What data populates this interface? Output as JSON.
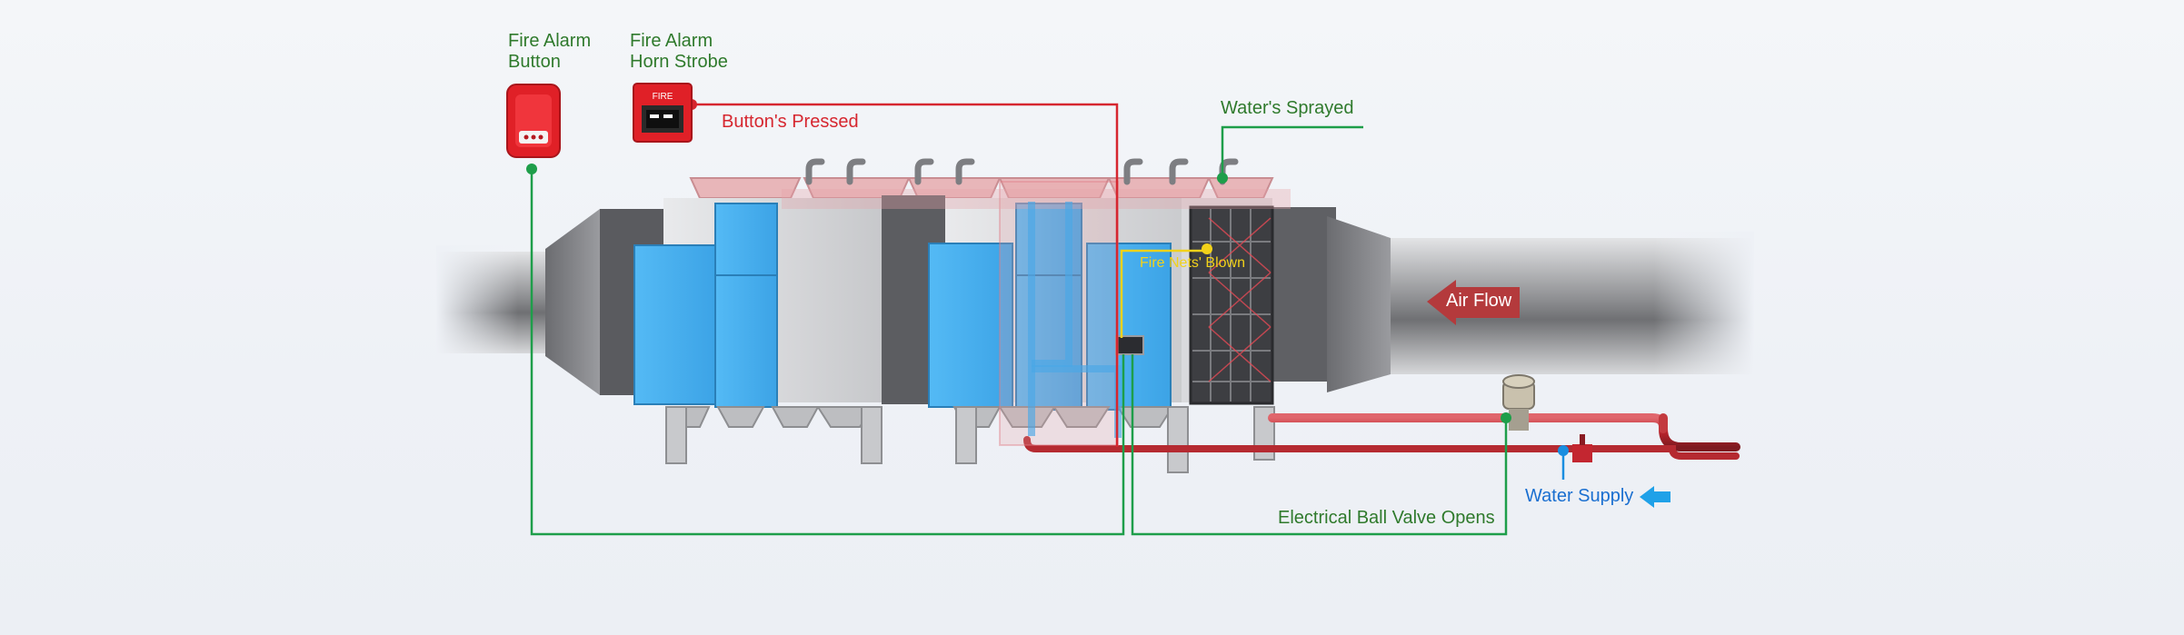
{
  "labels": {
    "fire_alarm_button": "Fire Alarm Button",
    "fire_alarm_horn_strobe": "Fire Alarm Horn Strobe",
    "buttons_pressed": "Button's Pressed",
    "waters_sprayed": "Water's Sprayed",
    "fire_nets_blown": "Fire Nets' Blown",
    "air_flow": "Air Flow",
    "electrical_ball_valve_opens": "Electrical Ball Valve Opens",
    "water_supply": "Water Supply"
  },
  "device_text": {
    "fire_sign": "FIRE"
  },
  "colors": {
    "green_line": "#1e9e4a",
    "red_line": "#d6262f",
    "blue_pipe": "#4aa8e6",
    "yellow_line": "#f2d21a",
    "duct_gray": "#a7a8aa",
    "module_blue": "#4ab3f2",
    "pipe_red": "#c33a3f",
    "arrow_red": "#b43a3c"
  },
  "icons": {
    "alarm_button": "fire-alarm-button-icon",
    "horn_strobe": "horn-strobe-icon",
    "air_flow_arrow": "left-arrow-icon",
    "water_supply_arrow": "left-arrow-icon"
  }
}
